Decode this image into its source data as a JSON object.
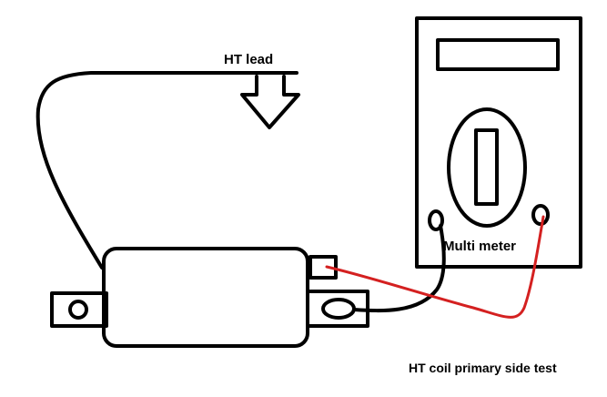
{
  "labels": {
    "ht_lead": "HT lead",
    "multimeter": "Multi meter",
    "caption": "HT coil primary side test"
  },
  "colors": {
    "line": "#000000",
    "probe_wire": "#d42020",
    "background": "#ffffff"
  }
}
